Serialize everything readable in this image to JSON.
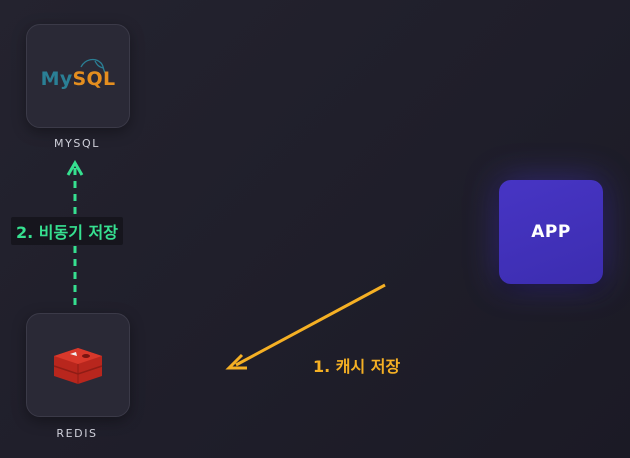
{
  "nodes": {
    "mysql": {
      "logo_my": "My",
      "logo_sql": "SQL",
      "caption": "MYSQL"
    },
    "redis": {
      "caption": "REDIS"
    },
    "app": {
      "label": "APP"
    }
  },
  "edges": {
    "async_store": {
      "label": "2. 비동기 저장",
      "color": "#36e090",
      "style": "dashed"
    },
    "cache_store": {
      "label": "1. 캐시 저장",
      "color": "#f5b024",
      "style": "solid"
    }
  },
  "icons": {
    "mysql": "mysql-dolphin-logo",
    "redis": "redis-cube-logo"
  }
}
